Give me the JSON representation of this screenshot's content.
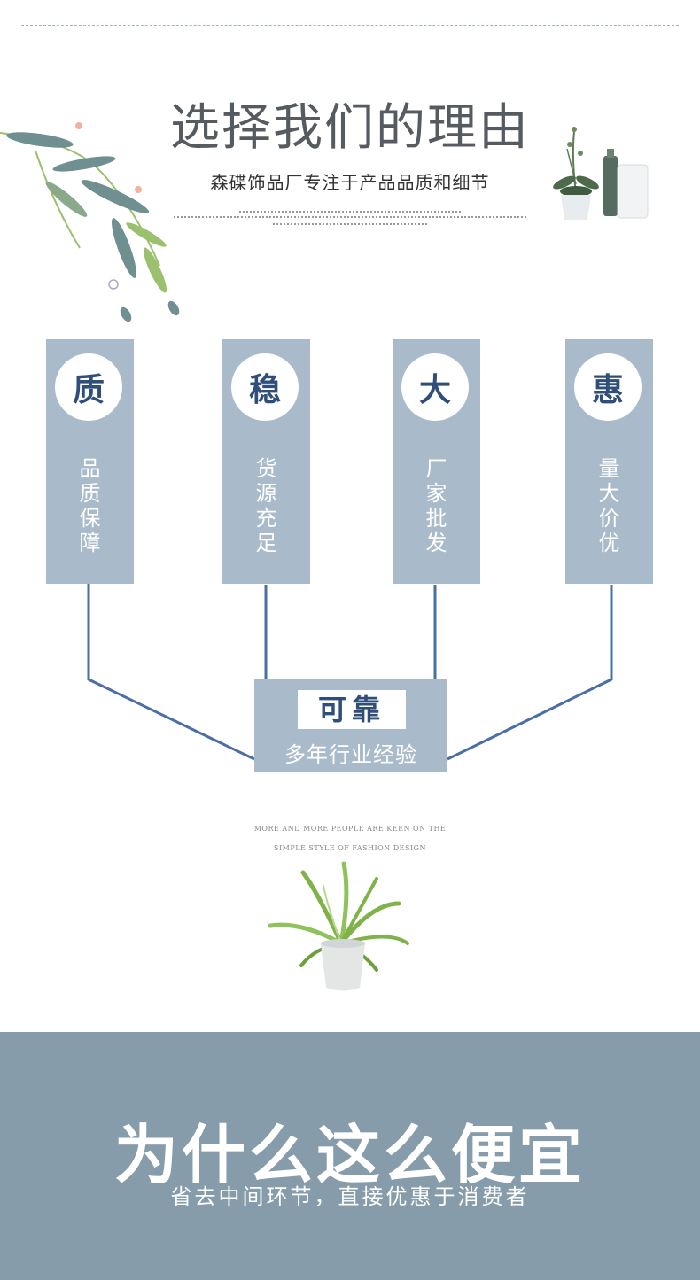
{
  "header": {
    "title": "选择我们的理由",
    "subtitle": "森碟饰品厂专注于产品品质和细节"
  },
  "features": [
    {
      "char": "质",
      "text": [
        "品",
        "质",
        "保",
        "障"
      ]
    },
    {
      "char": "稳",
      "text": [
        "货",
        "源",
        "充",
        "足"
      ]
    },
    {
      "char": "大",
      "text": [
        "厂",
        "家",
        "批",
        "发"
      ]
    },
    {
      "char": "惠",
      "text": [
        "量",
        "大",
        "价",
        "优"
      ]
    }
  ],
  "center": {
    "label": "可靠",
    "sub": "多年行业经验"
  },
  "slogan_en": {
    "line1": "MORE AND MORE PEOPLE ARE KEEN ON THE",
    "line2": "SIMPLE STYLE OF FASHION DESIGN"
  },
  "band": {
    "title": "为什么这么便宜",
    "subtitle": "省去中间环节，直接优惠于消费者"
  },
  "colors": {
    "card": "#a9bbca",
    "accent": "#2f4f7a",
    "band": "#879caa",
    "line": "#4a6fa5"
  }
}
